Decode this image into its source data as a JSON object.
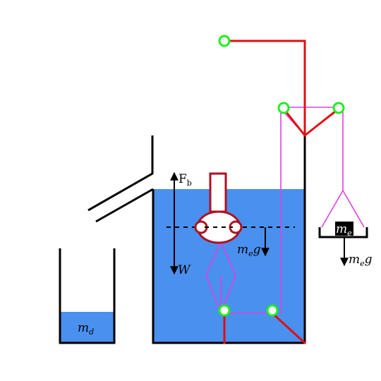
{
  "labels": {
    "buoyancy": {
      "main": "F",
      "sub": "b"
    },
    "weight": "W",
    "counter_weight_force_inside": {
      "main": "m",
      "sub": "e",
      "tail": "g"
    },
    "counter_mass": {
      "main": "m",
      "sub": "e"
    },
    "counter_weight_force_outside": {
      "main": "m",
      "sub": "e",
      "tail": "g"
    },
    "small_tank_mass": {
      "main": "m",
      "sub": "d"
    }
  },
  "colors": {
    "water": "#4a90ee",
    "wall": "#000000",
    "lever": "#e01010",
    "float": "#b01020",
    "string": "#e040e0",
    "pivot": "#22ee22",
    "mass_block": "#000000"
  }
}
